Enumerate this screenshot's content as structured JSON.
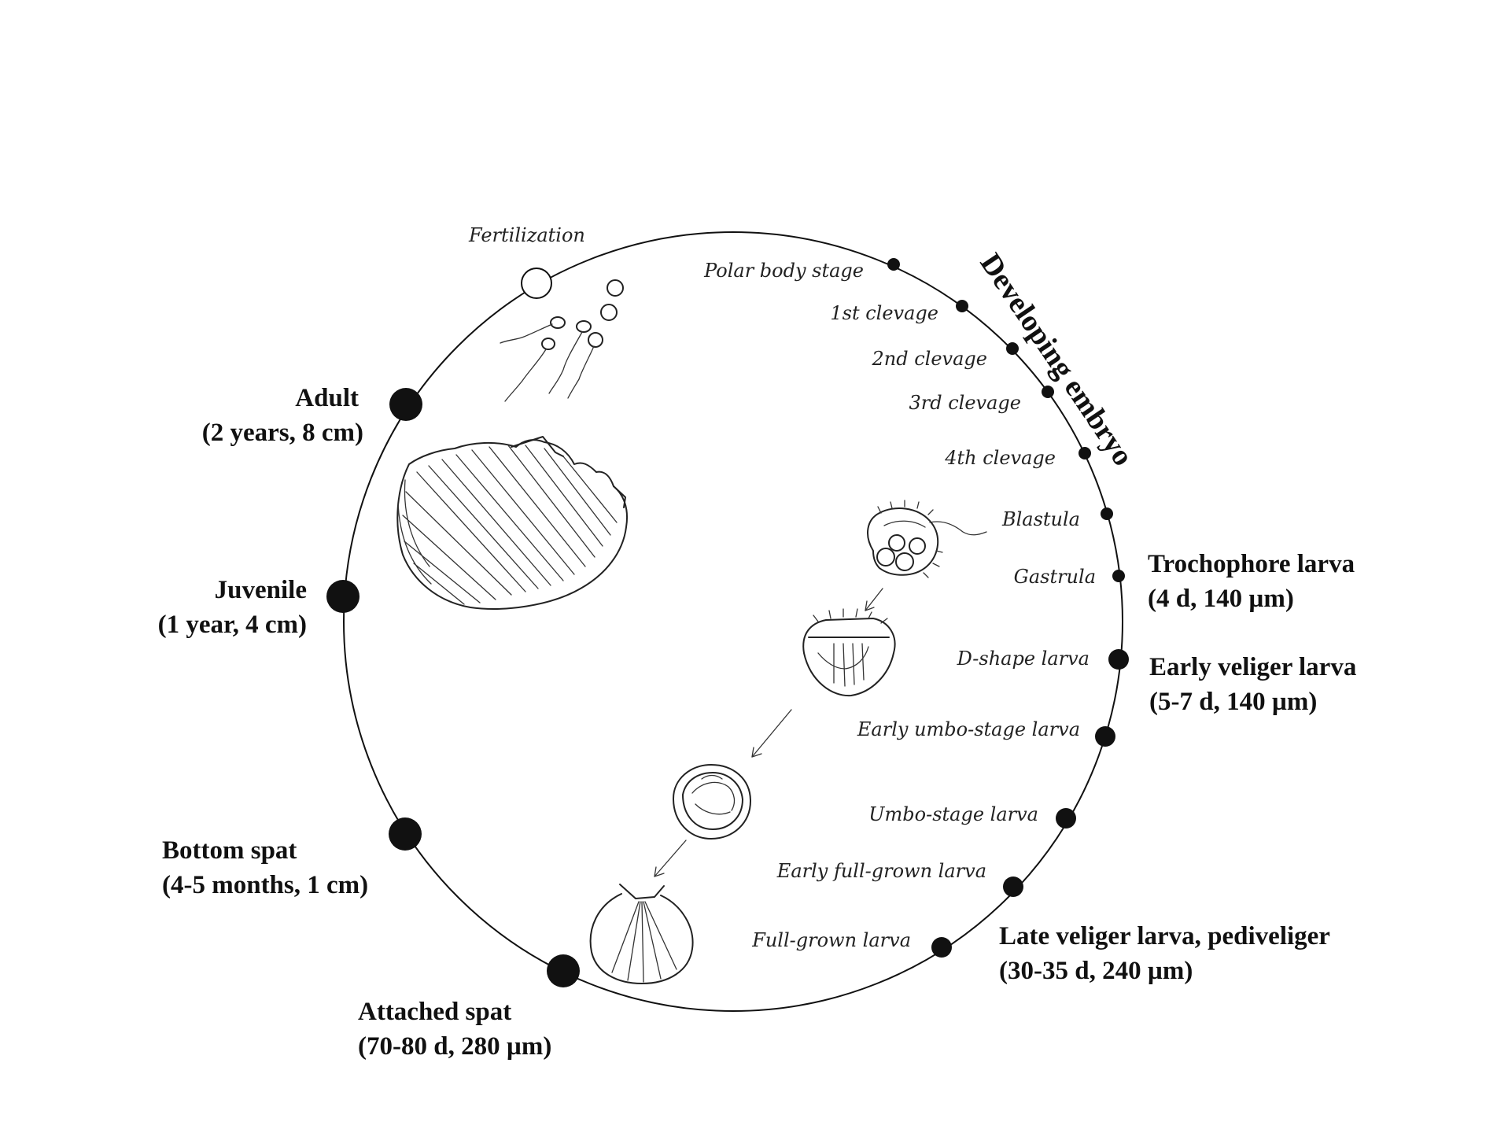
{
  "section_label": "Developing embryo",
  "fertilization": {
    "label": "Fertilization"
  },
  "embryo_stages": [
    {
      "label": "Polar body stage"
    },
    {
      "label": "1st clevage"
    },
    {
      "label": "2nd clevage"
    },
    {
      "label": "3rd clevage"
    },
    {
      "label": "4th clevage"
    },
    {
      "label": "Blastula"
    },
    {
      "label": "Gastrula"
    },
    {
      "label": "D-shape larva"
    },
    {
      "label": "Early umbo-stage larva"
    },
    {
      "label": "Umbo-stage larva"
    },
    {
      "label": "Early full-grown larva"
    },
    {
      "label": "Full-grown larva"
    }
  ],
  "major_stages": [
    {
      "line1": "Trochophore larva",
      "line2": "(4 d, 140 µm)"
    },
    {
      "line1": "Early veliger larva",
      "line2": "(5-7 d, 140 µm)"
    },
    {
      "line1": "Late veliger larva, pediveliger",
      "line2": "(30-35 d, 240 µm)"
    },
    {
      "line1": "Attached spat",
      "line2": "(70-80 d, 280 µm)"
    },
    {
      "line1": "Bottom spat",
      "line2": "(4-5 months, 1 cm)"
    },
    {
      "line1": "Juvenile",
      "line2": "(1 year, 4 cm)"
    },
    {
      "line1": "Adult",
      "line2": "(2 years, 8 cm)"
    }
  ],
  "illustrations": [
    {
      "icon": "gametes-icon"
    },
    {
      "icon": "adult-scallop-shell-icon"
    },
    {
      "icon": "trochophore-larva-icon"
    },
    {
      "icon": "d-shape-larva-icon"
    },
    {
      "icon": "umbo-larva-icon"
    },
    {
      "icon": "spat-shell-icon"
    }
  ]
}
